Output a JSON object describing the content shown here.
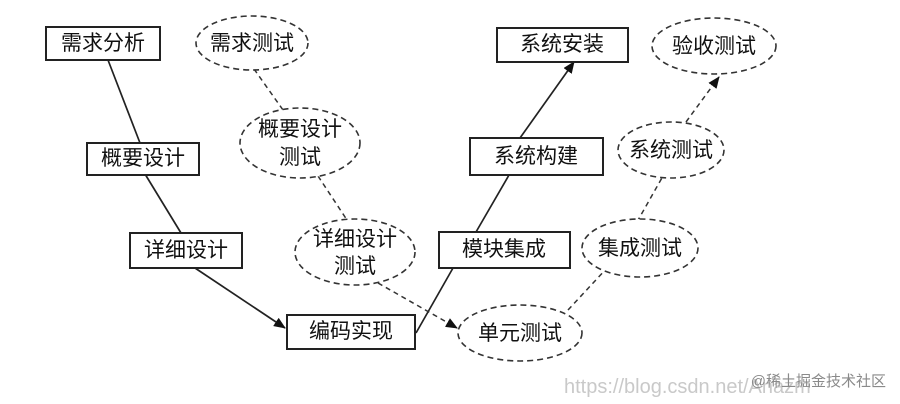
{
  "boxes": {
    "requirements_analysis": "需求分析",
    "outline_design": "概要设计",
    "detailed_design": "详细设计",
    "coding": "编码实现",
    "module_integration": "模块集成",
    "system_build": "系统构建",
    "system_install": "系统安装"
  },
  "ellipses": {
    "requirements_test": "需求测试",
    "outline_test_line1": "概要设计",
    "outline_test_line2": "测试",
    "detailed_test_line1": "详细设计",
    "detailed_test_line2": "测试",
    "unit_test": "单元测试",
    "integration_test": "集成测试",
    "system_test": "系统测试",
    "acceptance_test": "验收测试"
  },
  "watermark": {
    "brand": "@稀土掘金技术社区",
    "url": "https://blog.csdn.net/Anazm"
  }
}
